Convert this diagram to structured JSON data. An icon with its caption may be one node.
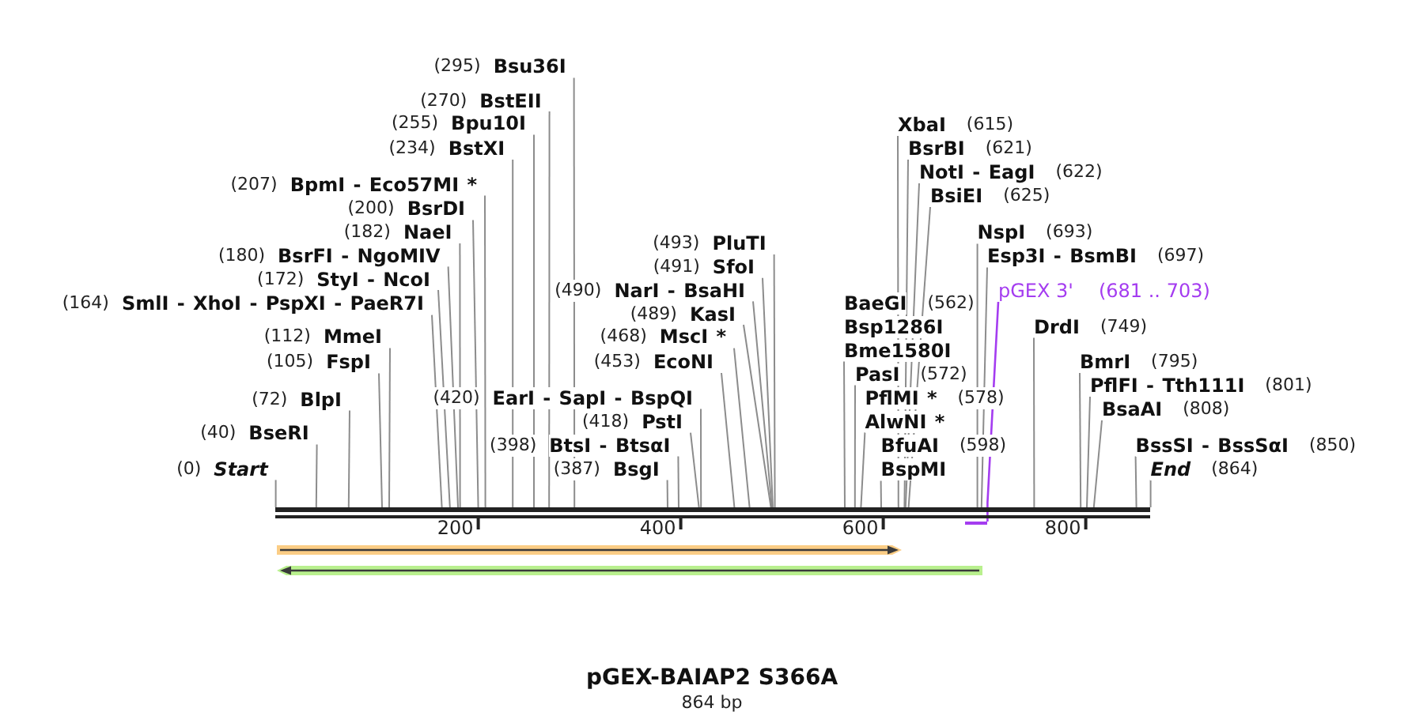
{
  "diagram": {
    "title": "pGEX-BAIAP2 S366A",
    "caption": "864 bp",
    "nodes": [
      {
        "text": [
          "(0)",
          "Start"
        ]
      },
      {
        "text": [
          "(40)",
          "BseRI"
        ]
      },
      {
        "text": [
          "(72)",
          "BlpI"
        ]
      },
      {
        "text": [
          "(105)",
          "FspI"
        ]
      },
      {
        "text": [
          "(112)",
          "MmeI"
        ]
      },
      {
        "text": [
          "(164)",
          "SmlI - XhoI - PspXI - PaeR7I"
        ]
      },
      {
        "text": [
          "(172)",
          "StyI - NcoI"
        ]
      },
      {
        "text": [
          "(180)",
          "BsrFI - NgoMIV"
        ]
      },
      {
        "text": [
          "(182)",
          "NaeI"
        ]
      },
      {
        "text": [
          "(200)",
          "BsrDI"
        ]
      },
      {
        "text": [
          "(207)",
          "BpmI - Eco57MI *"
        ]
      },
      {
        "text": [
          "(234)",
          "BstXI"
        ]
      },
      {
        "text": [
          "(255)",
          "Bpu10I"
        ]
      },
      {
        "text": [
          "(270)",
          "BstEII"
        ]
      },
      {
        "text": [
          "(295)",
          "Bsu36I"
        ]
      },
      {
        "text": [
          "(387)",
          "BsgI"
        ]
      },
      {
        "text": [
          "(398)",
          "BtsI - BtsαI"
        ]
      },
      {
        "text": [
          "(418)",
          "PstI"
        ]
      },
      {
        "text": [
          "(420)",
          "EarI - SapI - BspQI"
        ]
      },
      {
        "text": [
          "(453)",
          "EcoNI"
        ]
      },
      {
        "text": [
          "(468)",
          "MscI *"
        ]
      },
      {
        "text": [
          "(489)",
          "KasI"
        ]
      },
      {
        "text": [
          "(490)",
          "NarI - BsaHI"
        ]
      },
      {
        "text": [
          "(491)",
          "SfoI"
        ]
      },
      {
        "text": [
          "(493)",
          "PluTI"
        ]
      },
      {
        "text": [
          "BaeGI",
          "(562)",
          "Bsp1286I",
          "Bme1580I"
        ]
      },
      {
        "text": [
          "PasI",
          "(572)"
        ]
      },
      {
        "text": [
          "PflMI *",
          "(578)",
          "AlwNI *"
        ]
      },
      {
        "text": [
          "BfuAI",
          "(598)",
          "BspMI"
        ]
      },
      {
        "text": [
          "XbaI",
          "(615)"
        ]
      },
      {
        "text": [
          "BsrBI",
          "(621)"
        ]
      },
      {
        "text": [
          "NotI - EagI",
          "(622)"
        ]
      },
      {
        "text": [
          "BsiEI",
          "(625)"
        ]
      },
      {
        "text": [
          "pGEX 3'",
          "(681 .. 703)"
        ]
      },
      {
        "text": [
          "NspI",
          "(693)"
        ]
      },
      {
        "text": [
          "Esp3I - BsmBI",
          "(697)"
        ]
      },
      {
        "text": [
          "DrdI",
          "(749)"
        ]
      },
      {
        "text": [
          "BmrI",
          "(795)"
        ]
      },
      {
        "text": [
          "PflFI - Tth111I",
          "(801)"
        ]
      },
      {
        "text": [
          "BsaAI",
          "(808)"
        ]
      },
      {
        "text": [
          "BssSI - BssSαI",
          "(850)"
        ]
      },
      {
        "text": [
          "End",
          "(864)"
        ]
      },
      {
        "text": [],
        "shape": "bar"
      },
      {
        "text": [],
        "shape": "bar"
      }
    ],
    "edges": [
      {
        "from": 0,
        "to": 42,
        "arrow": "none"
      },
      {
        "from": 1,
        "to": 42,
        "arrow": "none"
      },
      {
        "from": 2,
        "to": 42,
        "arrow": "none"
      },
      {
        "from": 3,
        "to": 42,
        "arrow": "none"
      },
      {
        "from": 4,
        "to": 42,
        "arrow": "none"
      },
      {
        "from": 5,
        "to": 42,
        "arrow": "none"
      },
      {
        "from": 6,
        "to": 42,
        "arrow": "none"
      },
      {
        "from": 7,
        "to": 42,
        "arrow": "none"
      },
      {
        "from": 8,
        "to": 42,
        "arrow": "none"
      },
      {
        "from": 9,
        "to": 42,
        "arrow": "none"
      },
      {
        "from": 10,
        "to": 42,
        "arrow": "none"
      },
      {
        "from": 11,
        "to": 42,
        "arrow": "none"
      },
      {
        "from": 12,
        "to": 42,
        "arrow": "none"
      },
      {
        "from": 13,
        "to": 42,
        "arrow": "none"
      },
      {
        "from": 14,
        "to": 42,
        "arrow": "none"
      },
      {
        "from": 15,
        "to": 42,
        "arrow": "none"
      },
      {
        "from": 16,
        "to": 42,
        "arrow": "none"
      },
      {
        "from": 17,
        "to": 42,
        "arrow": "none"
      },
      {
        "from": 18,
        "to": 42,
        "arrow": "none"
      },
      {
        "from": 19,
        "to": 42,
        "arrow": "none"
      },
      {
        "from": 20,
        "to": 42,
        "arrow": "none"
      },
      {
        "from": 21,
        "to": 42,
        "arrow": "none"
      },
      {
        "from": 22,
        "to": 42,
        "arrow": "none"
      },
      {
        "from": 23,
        "to": 42,
        "arrow": "none"
      },
      {
        "from": 24,
        "to": 42,
        "arrow": "none"
      },
      {
        "from": 25,
        "to": 42,
        "arrow": "none"
      },
      {
        "from": 26,
        "to": 42,
        "arrow": "none"
      },
      {
        "from": 27,
        "to": 42,
        "arrow": "none"
      },
      {
        "from": 28,
        "to": 42,
        "arrow": "none"
      },
      {
        "from": 29,
        "to": 42,
        "arrow": "none"
      },
      {
        "from": 30,
        "to": 42,
        "arrow": "none"
      },
      {
        "from": 31,
        "to": 42,
        "arrow": "none"
      },
      {
        "from": 32,
        "to": 42,
        "arrow": "none"
      },
      {
        "from": 33,
        "to": 43,
        "arrow": "none",
        "color": "#a43cf0"
      },
      {
        "from": 34,
        "to": 42,
        "arrow": "none"
      },
      {
        "from": 35,
        "to": 42,
        "arrow": "none"
      },
      {
        "from": 36,
        "to": 42,
        "arrow": "none"
      },
      {
        "from": 37,
        "to": 42,
        "arrow": "none"
      },
      {
        "from": 38,
        "to": 42,
        "arrow": "none"
      },
      {
        "from": 39,
        "to": 42,
        "arrow": "none"
      },
      {
        "from": 40,
        "to": 42,
        "arrow": "none"
      },
      {
        "from": 41,
        "to": 42,
        "arrow": "none"
      }
    ],
    "labels": [
      "200",
      "400",
      "600",
      "800"
    ]
  }
}
